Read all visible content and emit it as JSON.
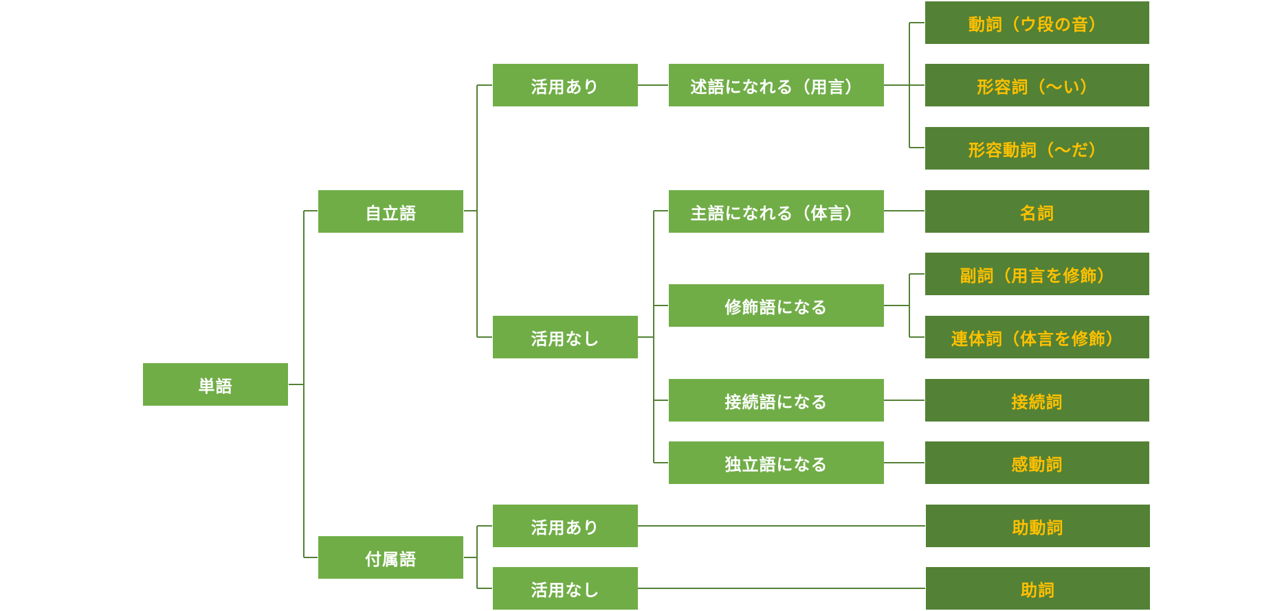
{
  "nodes": {
    "root": "単語",
    "jiritsugo": "自立語",
    "fuzokugo": "付属語",
    "jiritsu_katsuyou_ari": "活用あり",
    "jiritsu_katsuyou_nashi": "活用なし",
    "fuzoku_katsuyou_ari": "活用あり",
    "fuzoku_katsuyou_nashi": "活用なし",
    "jutsugo": "述語になれる（用言）",
    "shugo": "主語になれる（体言）",
    "shuushokugo": "修飾語になる",
    "setsuzokugo": "接続語になる",
    "dokuritsugo": "独立語になる"
  },
  "leaves": {
    "doushi": "動詞（ウ段の音）",
    "keiyoushi": "形容詞（〜い）",
    "keiyoudoushi": "形容動詞（〜だ）",
    "meishi": "名詞",
    "fukushi": "副詞（用言を修飾）",
    "rentaishi": "連体詞（体言を修飾）",
    "setsuzokushi": "接続詞",
    "kandoushi": "感動詞",
    "jodoushi": "助動詞",
    "joshi": "助詞"
  },
  "colors": {
    "node_fill": "#70ad47",
    "leaf_fill": "#538135",
    "node_text": "#ffffff",
    "leaf_text": "#ffc000",
    "connector": "#538135"
  }
}
